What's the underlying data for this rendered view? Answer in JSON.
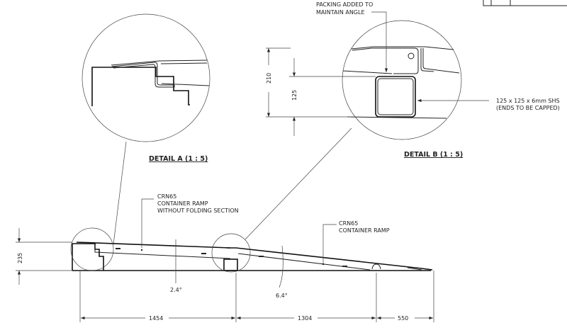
{
  "detail_a": {
    "title": "DETAIL A  (1 : 5)",
    "dim_210": "210"
  },
  "detail_b": {
    "title": "DETAIL B  (1 : 5)",
    "dim_125": "125",
    "packing_note": [
      "PACKING ADDED TO",
      "MAINTAIN ANGLE"
    ],
    "shs_note": [
      "125 x 125 x 6mm SHS",
      "(ENDS TO BE CAPPED)"
    ]
  },
  "elevation": {
    "ramp1_note": [
      "CRN65",
      "CONTAINER RAMP",
      "WITHOUT FOLDING SECTION"
    ],
    "ramp2_note": [
      "CRN65",
      "CONTAINER RAMP"
    ],
    "height_dim": "235",
    "angle_1": "2.4°",
    "angle_2": "6.4°",
    "length_dims": [
      "1454",
      "1304",
      "550"
    ]
  }
}
